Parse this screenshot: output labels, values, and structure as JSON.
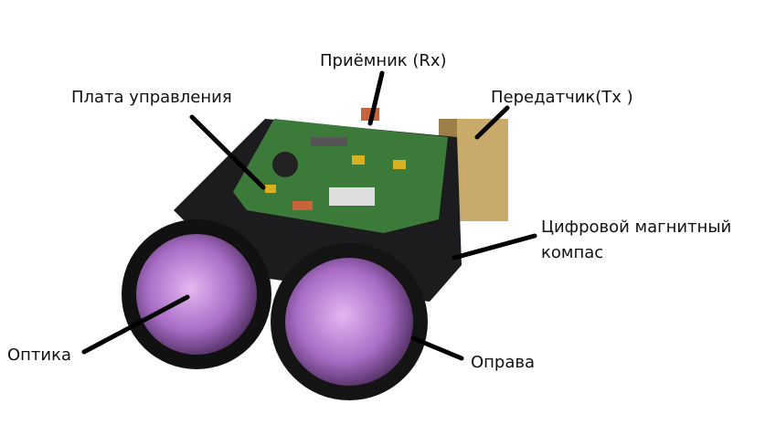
{
  "labels": {
    "receiver": "Приёмник (Rx)",
    "control_board": "Плата управления",
    "transmitter": "Передатчик(Tx )",
    "compass_line1": "Цифровой магнитный",
    "compass_line2": "компас",
    "optics": "Оптика",
    "frame": "Оправа"
  },
  "colors": {
    "pcb": "#3c7a3a",
    "body": "#1c1c1e",
    "lens": "#b07ad0",
    "transmitter": "#c8ab6a"
  }
}
